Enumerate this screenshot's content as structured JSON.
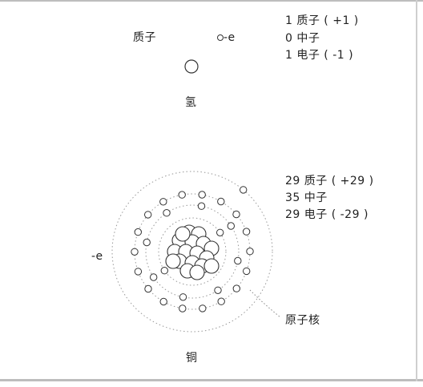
{
  "hydrogen": {
    "name": "氢",
    "proton_label": "质子",
    "electron_label": "-e",
    "legend": [
      "1 质子 ( +1 )",
      "0 中子",
      "1 电子 ( -1 )"
    ]
  },
  "copper": {
    "name": "铜",
    "electron_label": "-e",
    "nucleus_label": "原子核",
    "legend": [
      "29 质子 ( +29 )",
      "35 中子",
      "29 电子 ( -29 )"
    ]
  }
}
